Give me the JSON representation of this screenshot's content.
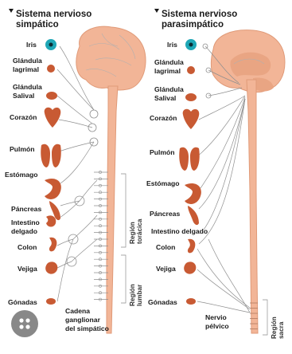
{
  "colors": {
    "skin": "#f2b597",
    "skin_dark": "#e09a78",
    "organ": "#c85a33",
    "nerve": "#8f8f8f",
    "eye": "#1fa7b6"
  },
  "icons": {
    "lens": "image-search-icon"
  },
  "left_panel": {
    "title_line1": "Sistema nervioso",
    "title_line2": "simpático",
    "organs": [
      "Iris",
      "Glándula",
      "lagrimal",
      "Glándula",
      "Salival",
      "Corazón",
      "Pulmón",
      "Estómago",
      "Páncreas",
      "Intestino",
      "delgado",
      "Colon",
      "Vejiga",
      "Gónadas"
    ],
    "region_toracica_1": "Región",
    "region_toracica_2": "torácica",
    "region_lumbar_1": "Región",
    "region_lumbar_2": "lumbar",
    "chain_line1": "Cadena",
    "chain_line2": "ganglionar",
    "chain_line3": "del simpático"
  },
  "right_panel": {
    "title_line1": "Sistema nervioso",
    "title_line2": "parasimpático",
    "organs": [
      "Iris",
      "Glándula",
      "lagrimal",
      "Glándula",
      "Salival",
      "Corazón",
      "Pulmón",
      "Estómago",
      "Páncreas",
      "Intestino delgado",
      "Colon",
      "Vejiga",
      "Gónadas"
    ],
    "nerve_line1": "Nervio",
    "nerve_line2": "pélvico",
    "region_sacra_1": "Región",
    "region_sacra_2": "sacra"
  }
}
